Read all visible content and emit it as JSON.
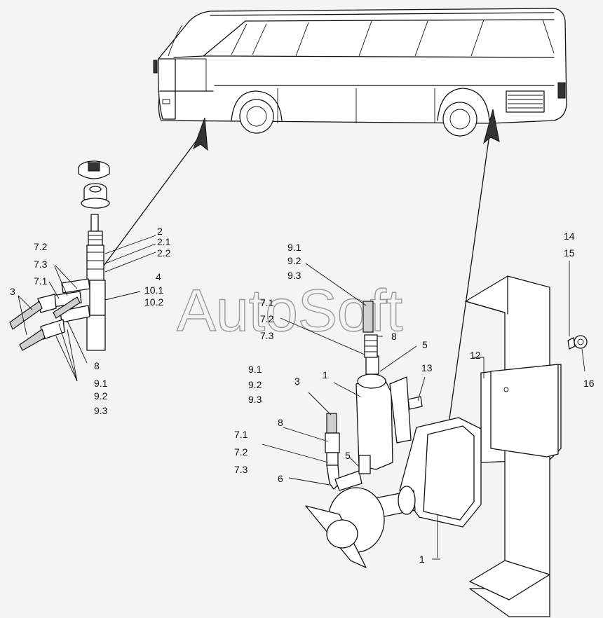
{
  "watermark": "AutoSoft",
  "callouts": {
    "left_block": {
      "l_2": "2",
      "l_2_1": "2.1",
      "l_2_2": "2.2",
      "l_4": "4",
      "l_10_1": "10.1",
      "l_10_2": "10.2",
      "l_7_2": "7.2",
      "l_7_3": "7.3",
      "l_7_1": "7.1",
      "l_3": "3",
      "l_8": "8",
      "l_9_1": "9.1",
      "l_9_2": "9.2",
      "l_9_3": "9.3"
    },
    "right_block": {
      "l_9_1a": "9.1",
      "l_9_2a": "9.2",
      "l_9_3a": "9.3",
      "l_7_1a": "7.1",
      "l_7_2a": "7.2",
      "l_7_3a": "7.3",
      "l_8a": "8",
      "l_5a": "5",
      "l_1a": "1",
      "l_13": "13",
      "l_9_1b": "9.1",
      "l_9_2b": "9.2",
      "l_9_3b": "9.3",
      "l_3b": "3",
      "l_8b": "8",
      "l_7_1b": "7.1",
      "l_7_2b": "7.2",
      "l_7_3b": "7.3",
      "l_5b": "5",
      "l_6": "6",
      "l_1b": "1",
      "l_12": "12",
      "l_14": "14",
      "l_15": "15",
      "l_16": "16"
    }
  }
}
